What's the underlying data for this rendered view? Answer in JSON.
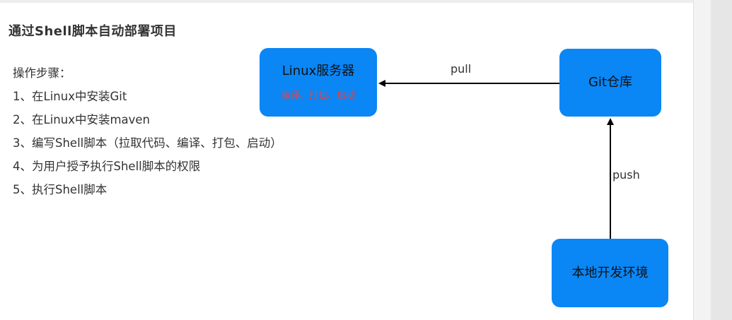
{
  "title": "通过Shell脚本自动部署项目",
  "steps": {
    "heading": "操作步骤：",
    "items": [
      "1、在Linux中安装Git",
      "2、在Linux中安装maven",
      "3、编写Shell脚本（拉取代码、编译、打包、启动）",
      "4、为用户授予执行Shell脚本的权限",
      "5、执行Shell脚本"
    ]
  },
  "diagram": {
    "nodes": {
      "linux": {
        "label": "Linux服务器",
        "sublabel": "编译、打包、启动"
      },
      "git": {
        "label": "Git仓库"
      },
      "local": {
        "label": "本地开发环境"
      }
    },
    "edges": {
      "pull": "pull",
      "push": "push"
    },
    "colors": {
      "node_fill": "#0a86f5",
      "sublabel": "#ff3b30",
      "arrow": "#000000"
    }
  }
}
